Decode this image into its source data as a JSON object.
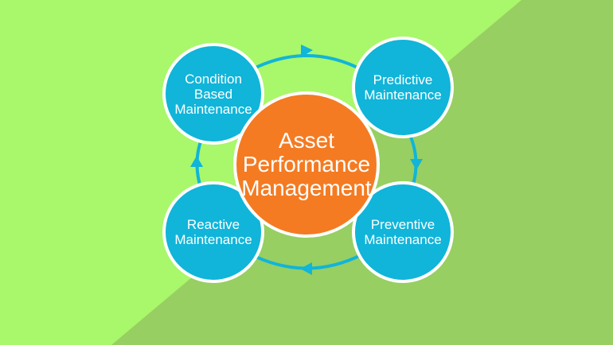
{
  "colors": {
    "background_light": "#a9f76a",
    "background_dark": "#97cf62",
    "node_fill": "#10b5d9",
    "center_fill": "#f47b22",
    "arrow": "#10b5d9",
    "border": "#ffffff"
  },
  "diagram": {
    "center": {
      "label": "Asset\nPerformance\nManagement"
    },
    "nodes": [
      {
        "id": "condition",
        "label": "Condition\nBased\nMaintenance"
      },
      {
        "id": "predictive",
        "label": "Predictive\nMaintenance"
      },
      {
        "id": "preventive",
        "label": "Preventive\nMaintenance"
      },
      {
        "id": "reactive",
        "label": "Reactive\nMaintenance"
      }
    ],
    "cycle_direction": "clockwise"
  }
}
